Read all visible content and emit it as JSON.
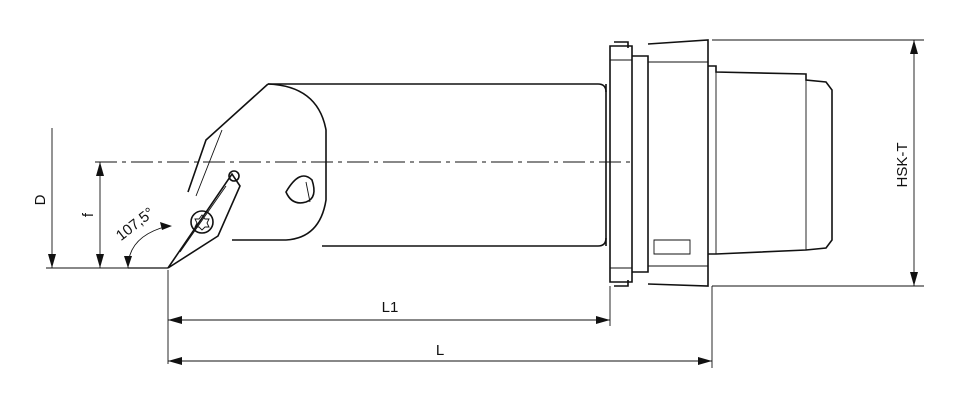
{
  "diagram": {
    "labels": {
      "d": "D",
      "f": "f",
      "angle": "107,5°",
      "l1": "L1",
      "l": "L",
      "hsk": "HSK-T"
    },
    "colors": {
      "line": "#111111",
      "background": "#ffffff"
    }
  }
}
